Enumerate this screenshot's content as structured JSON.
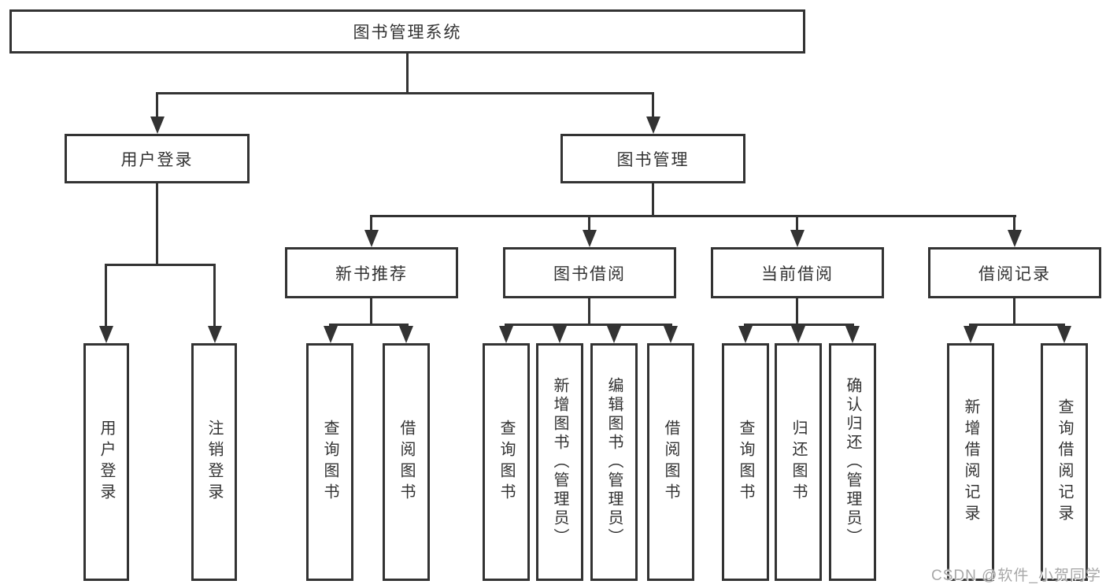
{
  "diagram": {
    "root": {
      "label": "图书管理系统"
    },
    "level2": [
      {
        "label": "用户登录",
        "children": [
          "用户登录",
          "注销登录"
        ]
      },
      {
        "label": "图书管理",
        "groups": [
          {
            "label": "新书推荐",
            "children": [
              "查询图书",
              "借阅图书"
            ]
          },
          {
            "label": "图书借阅",
            "children": [
              "查询图书",
              "新增图书（管理员）",
              "编辑图书（管理员）",
              "借阅图书"
            ]
          },
          {
            "label": "当前借阅",
            "children": [
              "查询图书",
              "归还图书",
              "确认归还（管理员）"
            ]
          },
          {
            "label": "借阅记录",
            "children": [
              "新增借阅记录",
              "查询借阅记录"
            ]
          }
        ]
      }
    ]
  },
  "watermark": {
    "text": "CSDN @软件_小贺同学"
  }
}
